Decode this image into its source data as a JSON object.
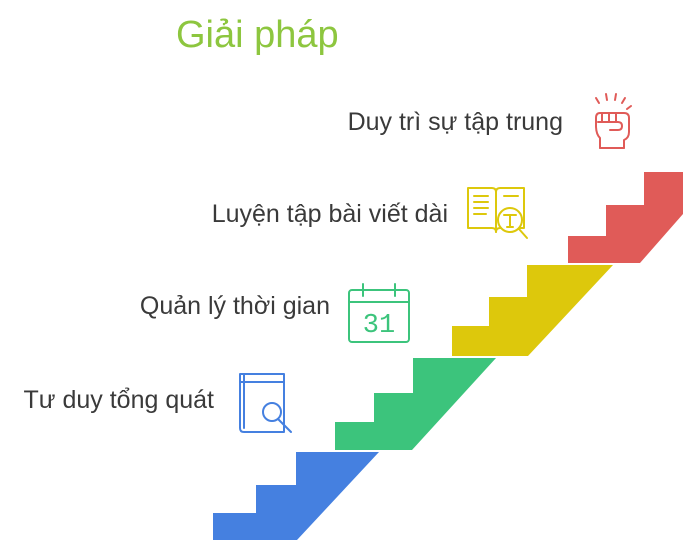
{
  "title": "Giải pháp",
  "steps": [
    {
      "label": "Duy trì sự tập trung",
      "icon": "raised-fist-icon",
      "color": "#e05b58"
    },
    {
      "label": "Luyện tập bài viết dài",
      "icon": "book-text-search-icon",
      "color": "#ddc80c"
    },
    {
      "label": "Quản lý thời gian",
      "icon": "calendar-icon",
      "icon_text": "31",
      "color": "#3cc47c"
    },
    {
      "label": "Tư duy tổng quát",
      "icon": "book-search-icon",
      "color": "#4580e0"
    }
  ]
}
